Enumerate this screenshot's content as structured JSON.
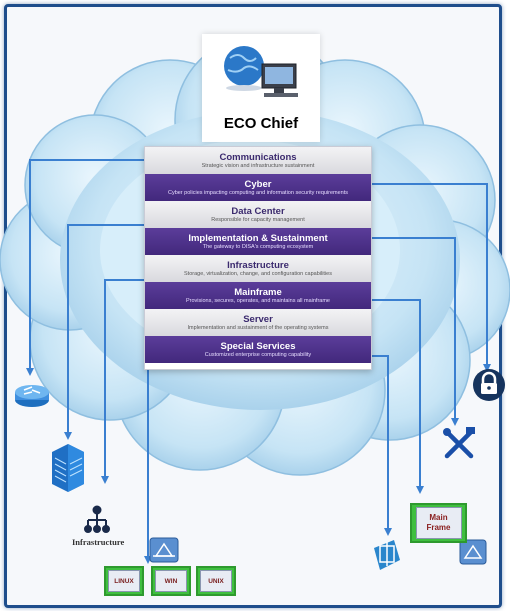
{
  "eco_chief": {
    "label": "ECO Chief"
  },
  "stack": {
    "bands": [
      {
        "title": "Communications",
        "subtitle": "Strategic vision and infrastructure sustainment",
        "style": "light"
      },
      {
        "title": "Cyber",
        "subtitle": "Cyber policies impacting computing and information security requirements",
        "style": "dark"
      },
      {
        "title": "Data Center",
        "subtitle": "Responsible for capacity management",
        "style": "light"
      },
      {
        "title": "Implementation & Sustainment",
        "subtitle": "The gateway to DISA's computing ecosystem",
        "style": "dark"
      },
      {
        "title": "Infrastructure",
        "subtitle": "Storage, virtualization, change, and configuration capabilities",
        "style": "light"
      },
      {
        "title": "Mainframe",
        "subtitle": "Provisions, secures, operates, and maintains all mainframe",
        "style": "dark"
      },
      {
        "title": "Server",
        "subtitle": "Implementation and sustainment of the operating systems",
        "style": "light"
      },
      {
        "title": "Special Services",
        "subtitle": "Customized enterprise computing capability",
        "style": "dark"
      }
    ]
  },
  "icons": {
    "infrastructure_label": "Infrastructure",
    "os": {
      "linux": "LINUX",
      "win": "WIN",
      "unix": "UNIX"
    },
    "mainframe": {
      "line1": "Main",
      "line2": "Frame"
    }
  },
  "colors": {
    "frame": "#1f4e8c",
    "connector": "#3a7fd0",
    "cloud": "#b7daf0",
    "band_dark": "#4b2e86",
    "band_light": "#e4e4e8",
    "os_frame": "#3fbf3f"
  }
}
